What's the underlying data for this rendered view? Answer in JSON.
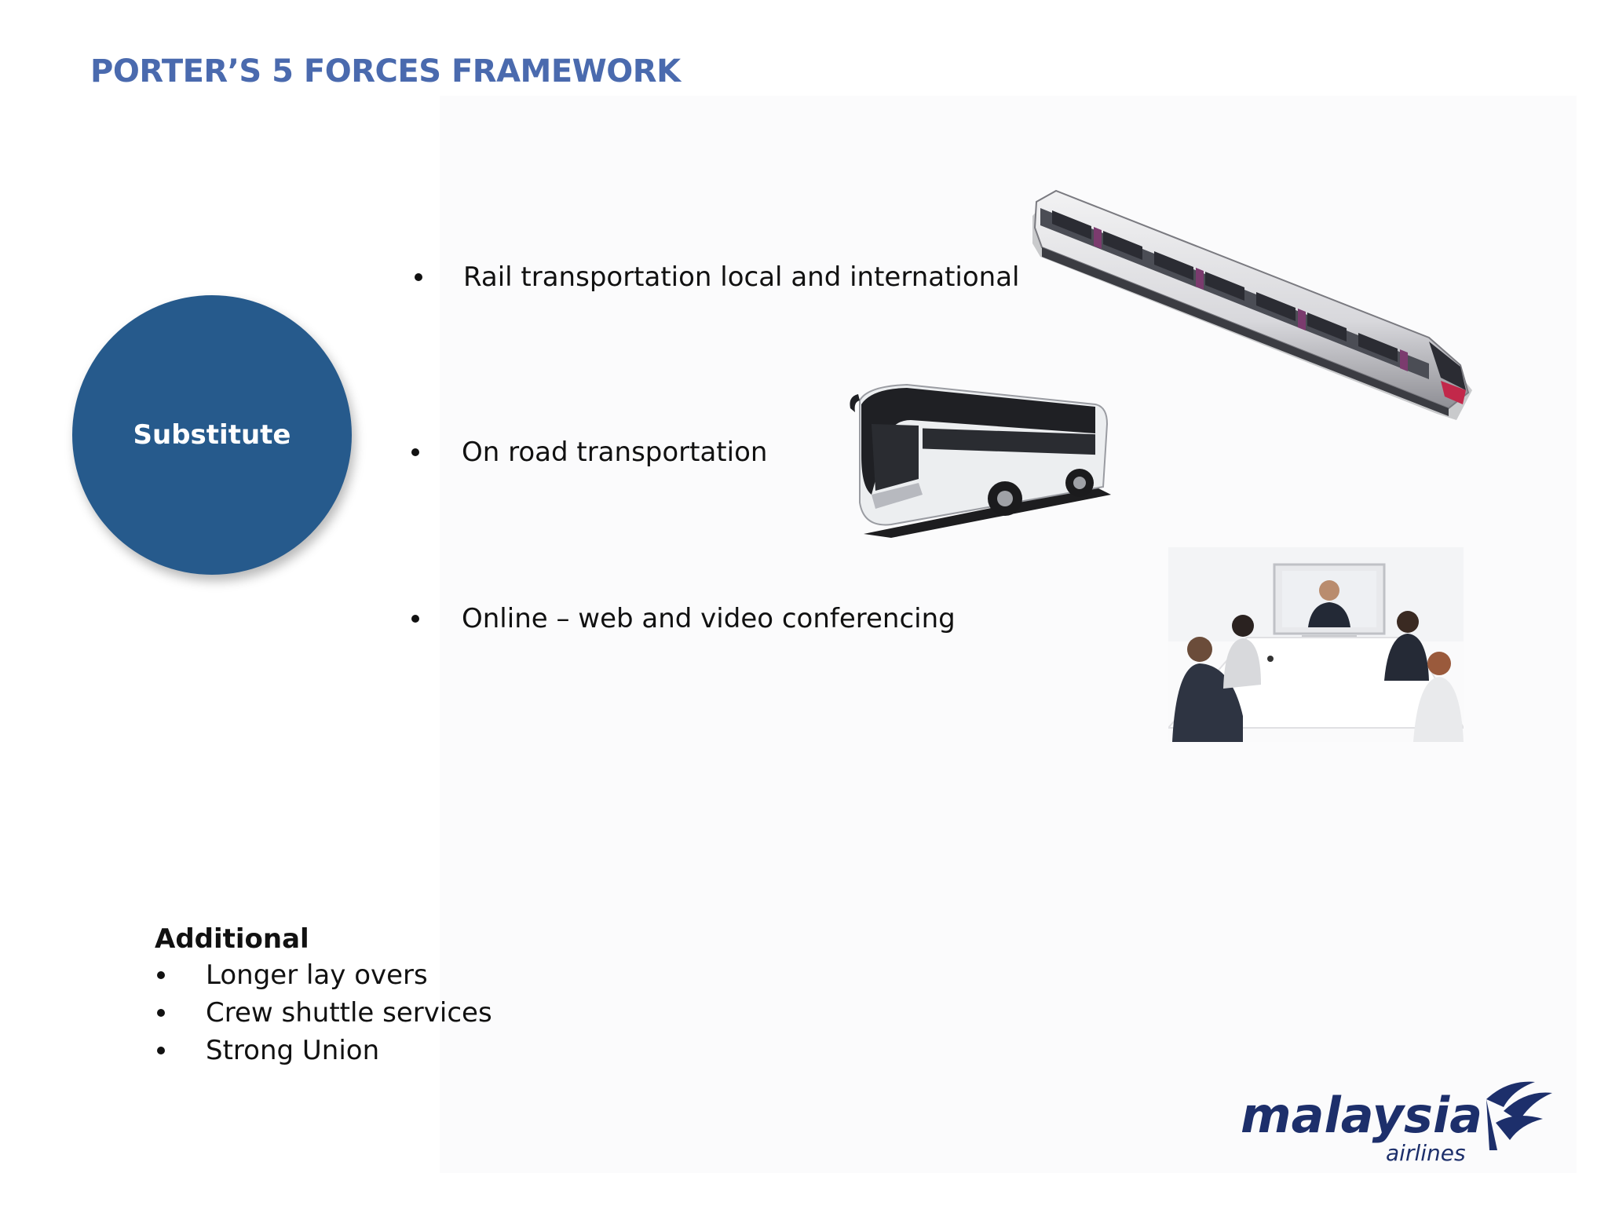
{
  "title": "PORTER’S 5 FORCES FRAMEWORK",
  "circle": {
    "label": "Substitute",
    "color": "#265a8c"
  },
  "bullets": [
    {
      "text": "Rail transportation local and international",
      "icon": "train-image"
    },
    {
      "text": "On road transportation",
      "icon": "bus-image"
    },
    {
      "text": "Online – web and video conferencing",
      "icon": "video-conference-image"
    }
  ],
  "additional": {
    "heading": "Additional",
    "items": [
      "Longer lay overs",
      "Crew shuttle services",
      "Strong Union"
    ]
  },
  "logo": {
    "wordmark": "malaysia",
    "subtext": "airlines",
    "color": "#1d2f6b"
  },
  "colors": {
    "title": "#4a6aae",
    "text": "#111111"
  }
}
